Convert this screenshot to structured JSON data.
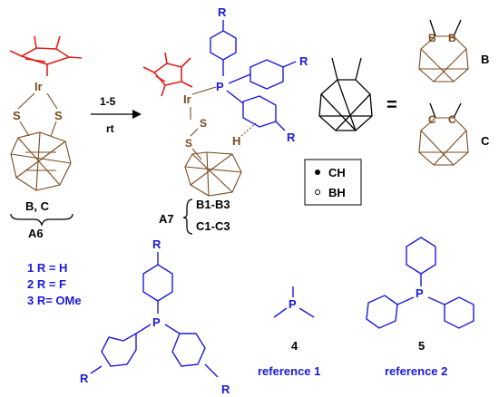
{
  "colors": {
    "ligand_blue": "#1a1adc",
    "cage_brown": "#7a4a1e",
    "cp_red": "#e0201c",
    "text_black": "#000000"
  },
  "reactant": {
    "metal": "Ir",
    "sulfur": "S",
    "cage_label": "B, C",
    "compound_label": "A6"
  },
  "reaction": {
    "reagents": "1-5",
    "conditions": "rt"
  },
  "product": {
    "metal": "Ir",
    "phosphorus": "P",
    "sulfur": "S",
    "hydride": "H",
    "r_group": "R",
    "compound_label": "A7",
    "series_1": "B1-B3",
    "series_2": "C1-C3"
  },
  "legend": {
    "ch_label": "CH",
    "bh_label": "BH"
  },
  "cages": {
    "equals": "=",
    "b_atom": "B",
    "c_atom": "C",
    "cage_b_label": "B",
    "cage_c_label": "C"
  },
  "phosphine_definitions": {
    "line1": "1 R = H",
    "line2": "2 R = F",
    "line3": "3 R= OMe",
    "phosphorus": "P",
    "r_group": "R"
  },
  "reference_1": {
    "atom": "P",
    "number": "4",
    "label": "reference 1"
  },
  "reference_2": {
    "atom": "P",
    "number": "5",
    "label": "reference 2"
  }
}
